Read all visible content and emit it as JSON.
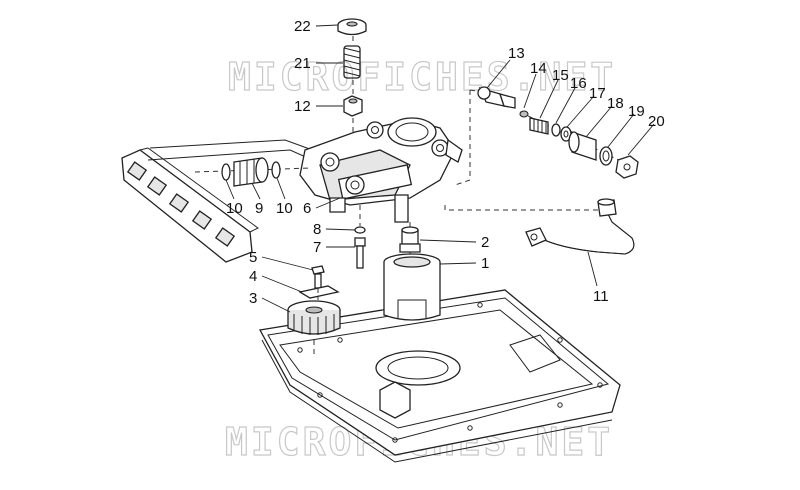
{
  "watermark": {
    "top": "MICROFICHES.NET",
    "bottom": "MICROFICHES.NET"
  },
  "callouts": {
    "c22": "22",
    "c21": "21",
    "c12": "12",
    "c13": "13",
    "c14": "14",
    "c15": "15",
    "c16": "16",
    "c17": "17",
    "c18": "18",
    "c19": "19",
    "c20": "20",
    "c10a": "10",
    "c9": "9",
    "c10b": "10",
    "c6": "6",
    "c8": "8",
    "c7": "7",
    "c2": "2",
    "c1": "1",
    "c5": "5",
    "c4": "4",
    "c3": "3",
    "c11": "11"
  }
}
